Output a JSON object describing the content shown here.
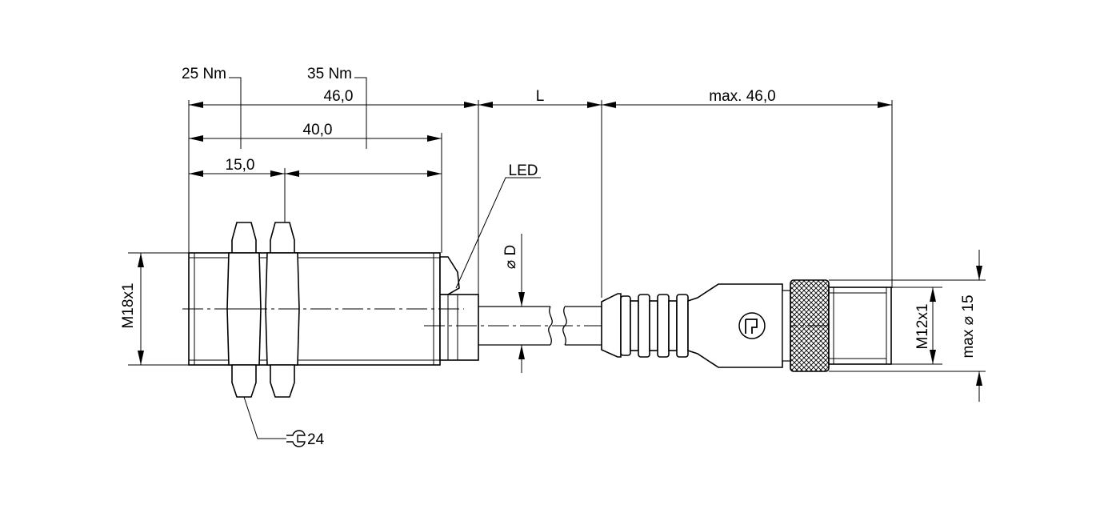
{
  "labels": {
    "torque_1": "25 Nm",
    "torque_2": "35 Nm",
    "dim_46": "46,0",
    "dim_40": "40,0",
    "dim_15": "15,0",
    "dim_L": "L",
    "dim_max46": "max. 46,0",
    "led": "LED",
    "diameter_d": "⌀ D",
    "thread_m18": "M18x1",
    "thread_m12": "M12x1",
    "max_d15": "max ⌀ 15",
    "wrench_size": "24"
  },
  "colors": {
    "line": "#000000",
    "background": "#ffffff"
  }
}
